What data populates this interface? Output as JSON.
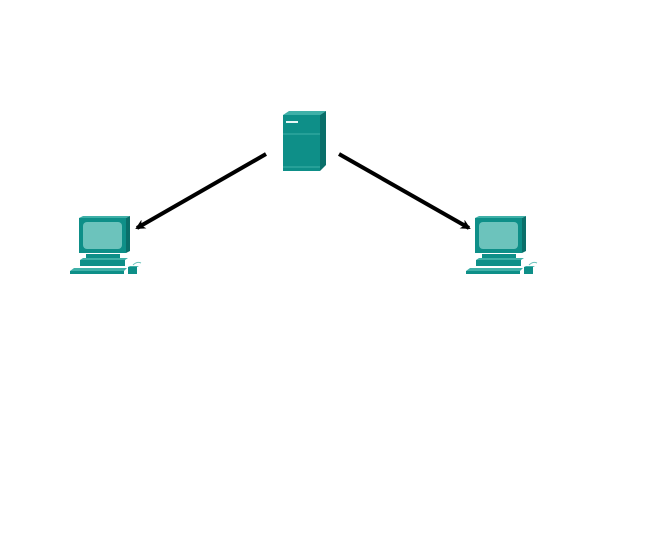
{
  "diagram": {
    "nodes": [
      {
        "id": "server",
        "kind": "server-icon"
      },
      {
        "id": "pc-left",
        "kind": "pc-icon"
      },
      {
        "id": "pc-right",
        "kind": "pc-icon"
      }
    ],
    "edges": [
      {
        "from": "server",
        "to": "pc-left",
        "style": "arrow"
      },
      {
        "from": "server",
        "to": "pc-right",
        "style": "arrow"
      }
    ]
  },
  "colors": {
    "device_front": "#0e8f88",
    "device_side": "#0a6f6a",
    "device_top": "#3fb0a8",
    "screen": "#6cc3bc",
    "arrow": "#000000"
  }
}
